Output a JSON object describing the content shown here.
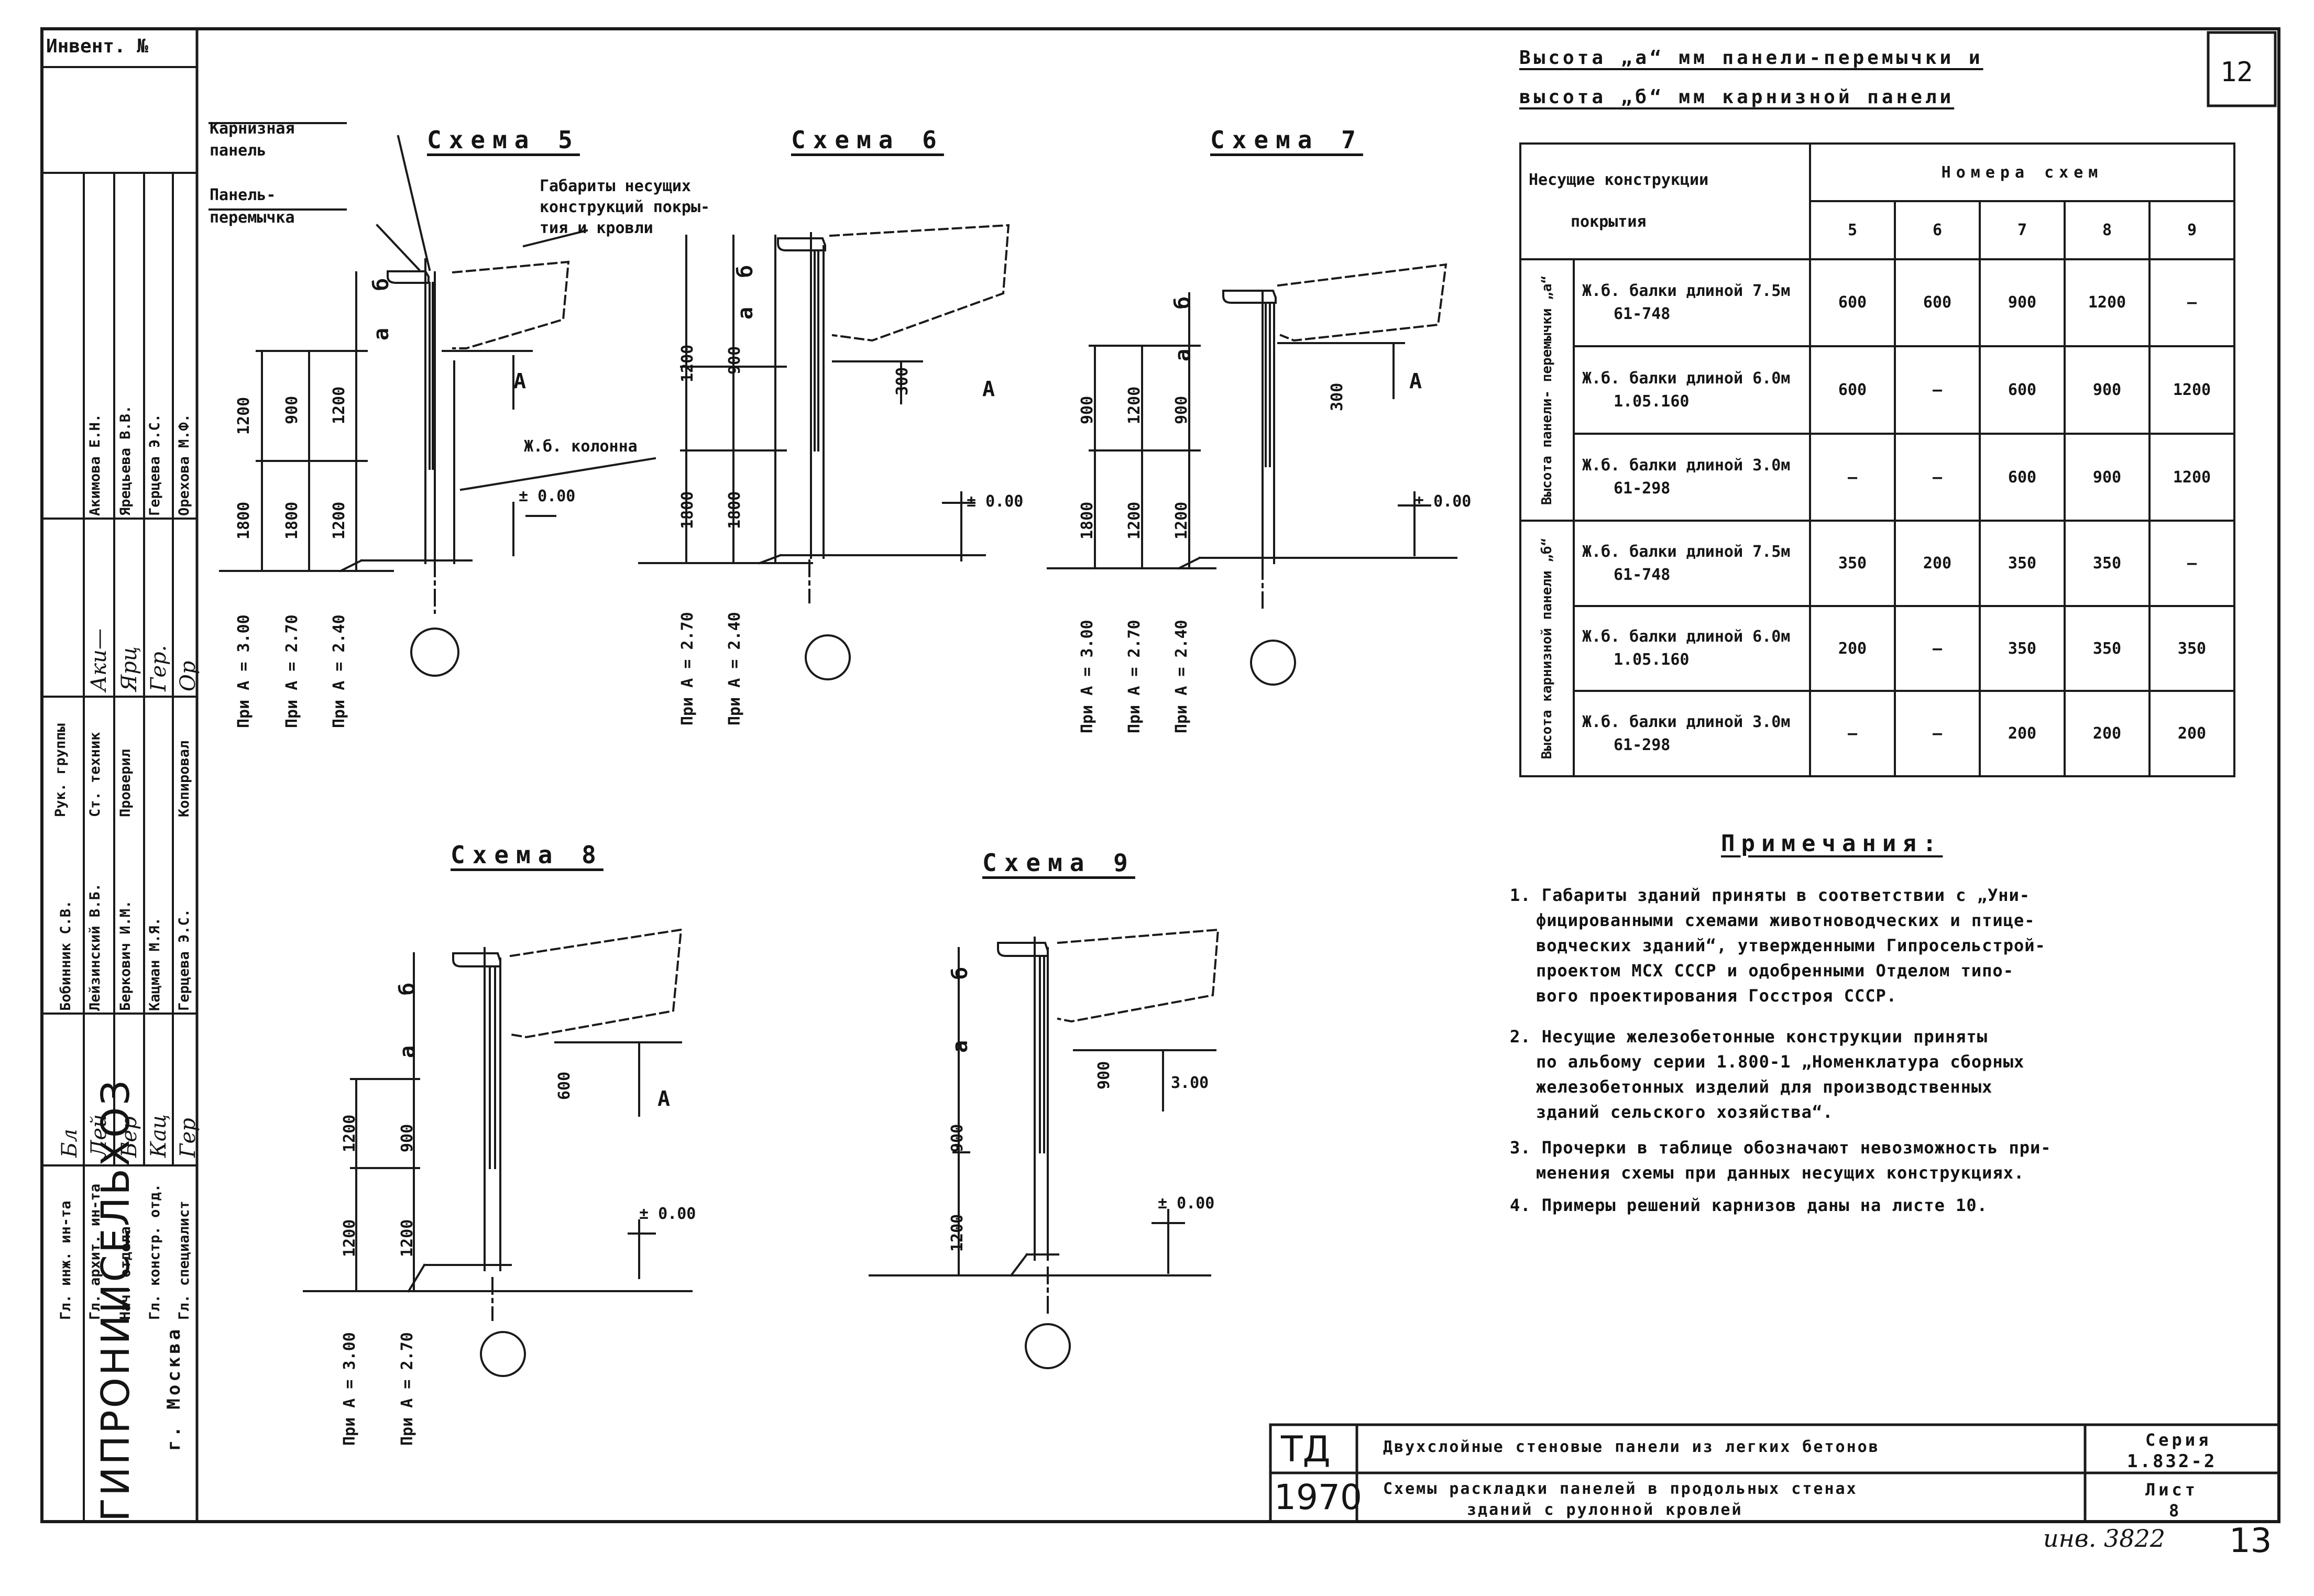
{
  "sheet": {
    "corner_label": "Инвент. №",
    "sheet_number": "12",
    "inventory_note": "инв. 3822",
    "page_number": "13"
  },
  "left_stamp": {
    "organization": "ГИПРОНИИСЕЛЬХОЗ",
    "city": "г. Москва",
    "names": [
      "Акимова Е.Н.",
      "Ярецьева В.В.",
      "Герцева Э.С.",
      "Орехова М.Ф."
    ],
    "roles_top": [
      "Рук. группы",
      "Ст. техник",
      "Проверил",
      "Копировал"
    ],
    "names_mid": [
      "Бобинник С.В.",
      "Лейзинский В.Б.",
      "Беркович И.М.",
      "Кацман М.Я.",
      "Герцева Э.С."
    ],
    "roles_bottom": [
      "Гл. инж. ин-та",
      "Гл. архит. ин-та",
      "Нач. отдела",
      "Гл. констр. отд.",
      "Гл. специалист"
    ]
  },
  "schemes": {
    "s5": "Схема 5",
    "s6": "Схема 6",
    "s7": "Схема 7",
    "s8": "Схема 8",
    "s9": "Схема 9"
  },
  "callouts": {
    "cornice_panel": [
      "Карнизная",
      "панель"
    ],
    "lintel_panel": [
      "Панель-",
      "перемычка"
    ],
    "clearances": [
      "Габариты несущих",
      "конструкций покры-",
      "тия и кровли"
    ],
    "column": "Ж.б. колонна",
    "level_zero": "± 0.00",
    "level_300": "3.00",
    "letter_a": "а",
    "letter_b": "б",
    "letter_A": "А"
  },
  "dims": {
    "d300": "300",
    "d600": "600",
    "d900": "900",
    "d1200": "1200",
    "d1800": "1800",
    "at_a_300": "При А = 3.00",
    "at_a_270": "При А = 2.70",
    "at_a_240": "При А = 2.40"
  },
  "table": {
    "title_line1": "Высота „а“ мм панели-перемычки и",
    "title_line2": "высота „б“ мм карнизной панели",
    "col_header_left": [
      "Несущие конструкции",
      "покрытия"
    ],
    "col_header_group": "Номера схем",
    "scheme_numbers": [
      "5",
      "6",
      "7",
      "8",
      "9"
    ],
    "group_a": "Высота панели- перемычки „а“",
    "group_b": "Высота карнизной панели „б“",
    "rows": [
      {
        "label1": "Ж.б. балки длиной 7.5м",
        "label2": "61-748",
        "values": [
          "600",
          "600",
          "900",
          "1200",
          "—"
        ]
      },
      {
        "label1": "Ж.б. балки длиной 6.0м",
        "label2": "1.05.160",
        "values": [
          "600",
          "—",
          "600",
          "900",
          "1200"
        ]
      },
      {
        "label1": "Ж.б. балки длиной 3.0м",
        "label2": "61-298",
        "values": [
          "—",
          "—",
          "600",
          "900",
          "1200"
        ]
      },
      {
        "label1": "Ж.б. балки длиной 7.5м",
        "label2": "61-748",
        "values": [
          "350",
          "200",
          "350",
          "350",
          "—"
        ]
      },
      {
        "label1": "Ж.б. балки длиной 6.0м",
        "label2": "1.05.160",
        "values": [
          "200",
          "—",
          "350",
          "350",
          "350"
        ]
      },
      {
        "label1": "Ж.б. балки длиной 3.0м",
        "label2": "61-298",
        "values": [
          "—",
          "—",
          "200",
          "200",
          "200"
        ]
      }
    ]
  },
  "notes": {
    "title": "Примечания:",
    "lines": [
      "1. Габариты зданий приняты в соответствии с „Уни-",
      "фицированными схемами животноводческих и птице-",
      "водческих зданий“, утвержденными Гипросельстрой-",
      "проектом МСХ СССР и одобренными Отделом типо-",
      "вого проектирования Госстроя СССР.",
      "2. Несущие железобетонные конструкции приняты",
      "по альбому серии 1.800-1 „Номенклатура сборных",
      "железобетонных изделий для производственных",
      "зданий сельского хозяйства“.",
      "3. Прочерки в таблице обозначают невозможность при-",
      "менения схемы при данных несущих конструкциях.",
      "4. Примеры решений карнизов даны на листе 10."
    ]
  },
  "title_block": {
    "code": "ТД",
    "year": "1970",
    "title1": "Двухслойные стеновые панели из легких бетонов",
    "title2a": "Схемы раскладки панелей в продольных стенах",
    "title2b": "зданий с рулонной кровлей",
    "series_label": "Серия",
    "series_value": "1.832-2",
    "sheet_label": "Лист",
    "sheet_value": "8"
  }
}
